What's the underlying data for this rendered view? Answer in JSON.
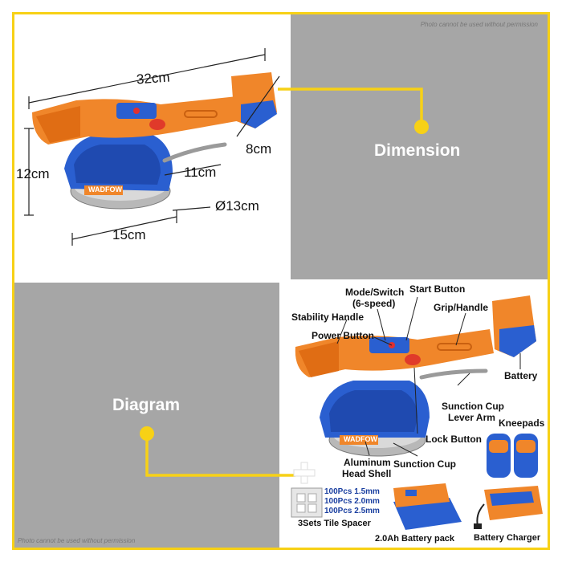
{
  "watermark_text": "Photo cannot be used without permission",
  "panels": {
    "dimension": {
      "label": "Dimension"
    },
    "diagram": {
      "label": "Diagram"
    }
  },
  "dimensions": {
    "length": "32cm",
    "height": "12cm",
    "battery_width": "8cm",
    "handle_gap": "11cm",
    "base_diameter": "Ø13cm",
    "base_width": "15cm"
  },
  "brand": "WADFOW",
  "parts": {
    "mode_switch": "Mode/Switch",
    "mode_switch_sub": "(6-speed)",
    "start_button": "Start Button",
    "stability_handle": "Stability Handle",
    "grip_handle": "Grip/Handle",
    "power_button": "Power Button",
    "battery": "Battery",
    "suction_cup_lever_arm_1": "Sunction Cup",
    "suction_cup_lever_arm_2": "Lever Arm",
    "lock_button": "Lock Button",
    "kneepads": "Kneepads",
    "aluminum_head_shell_1": "Aluminum",
    "aluminum_head_shell_2": "Head Shell",
    "suction_cup": "Sunction Cup"
  },
  "accessories": {
    "spacer_lines": [
      "100Pcs 1.5mm",
      "100Pcs 2.0mm",
      "100Pcs 2.5mm"
    ],
    "spacer_caption": "3Sets Tile Spacer",
    "battery_pack": "2.0Ah Battery pack",
    "charger": "Battery Charger"
  },
  "colors": {
    "accent_yellow": "#f7d116",
    "panel_gray": "#a6a6a6",
    "tool_orange": "#f0862a",
    "tool_blue": "#2a5fd0"
  }
}
